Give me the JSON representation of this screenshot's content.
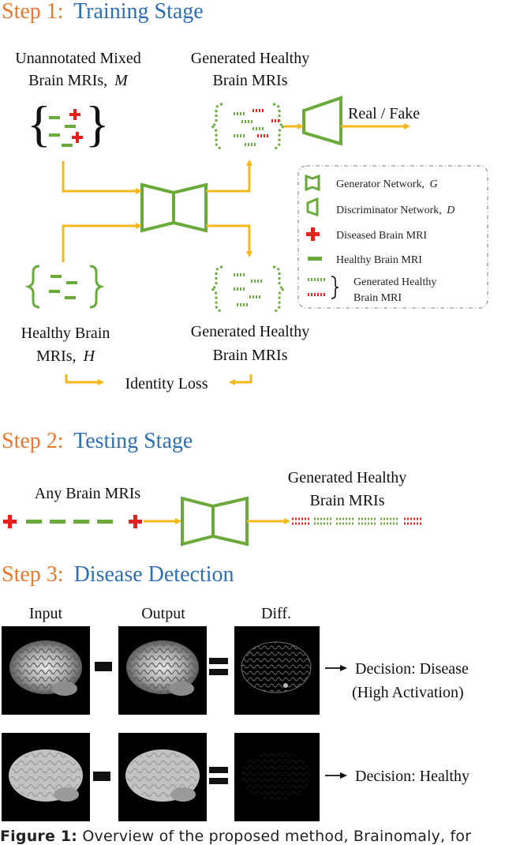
{
  "colors": {
    "orange": "#e8782a",
    "blue": "#2e6fb3",
    "green": "#6aaa3a",
    "red": "#e8201c",
    "gold": "#f5b81c",
    "dash": "#999999",
    "text": "#111111"
  },
  "step1": {
    "prefix": "Step 1:",
    "title": "Training Stage"
  },
  "step2": {
    "prefix": "Step 2:",
    "title": "Testing Stage"
  },
  "step3": {
    "prefix": "Step 3:",
    "title": "Disease Detection"
  },
  "training": {
    "mixed_label_1": "Unannotated Mixed",
    "mixed_label_2": "Brain MRIs,",
    "mixed_var": "M",
    "gen_top_1": "Generated Healthy",
    "gen_top_2": "Brain MRIs",
    "real_fake": "Real / Fake",
    "healthy_label_1": "Healthy Brain",
    "healthy_label_2": "MRIs,",
    "healthy_var": "H",
    "gen_bottom_1": "Generated Healthy",
    "gen_bottom_2": "Brain MRIs",
    "identity_loss": "Identity Loss"
  },
  "legend": {
    "generator": "Generator Network,",
    "generator_var": "G",
    "discriminator": "Discriminator Network,",
    "discriminator_var": "D",
    "diseased": "Diseased Brain MRI",
    "healthy": "Healthy Brain MRI",
    "generated_1": "Generated Healthy",
    "generated_2": "Brain MRI"
  },
  "testing": {
    "any_label": "Any Brain MRIs",
    "gen_1": "Generated Healthy",
    "gen_2": "Brain MRIs"
  },
  "detection": {
    "col_input": "Input",
    "col_output": "Output",
    "col_diff": "Diff.",
    "decision_disease_1": "Decision: Disease",
    "decision_disease_2": "(High Activation)",
    "decision_healthy": "Decision: Healthy"
  },
  "caption": {
    "label": "Figure 1:",
    "text": "Overview of the proposed method, Brainomaly, for"
  }
}
